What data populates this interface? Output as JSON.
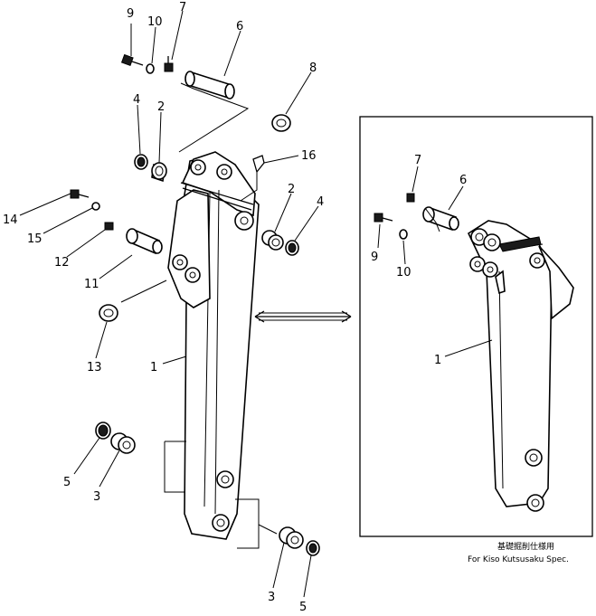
{
  "diagram": {
    "callouts_main": {
      "c1": "1",
      "c2a": "2",
      "c2b": "2",
      "c3a": "3",
      "c3b": "3",
      "c4a": "4",
      "c4b": "4",
      "c5a": "5",
      "c5b": "5",
      "c6": "6",
      "c7": "7",
      "c8": "8",
      "c9": "9",
      "c10": "10",
      "c11": "11",
      "c12": "12",
      "c13": "13",
      "c14": "14",
      "c15": "15",
      "c16": "16"
    },
    "callouts_inset": {
      "c1": "1",
      "c6": "6",
      "c7": "7",
      "c9": "9",
      "c10": "10"
    },
    "inset_caption_jp": "基礎掘削仕様用",
    "inset_caption_en": "For Kiso Kutsusaku Spec."
  }
}
